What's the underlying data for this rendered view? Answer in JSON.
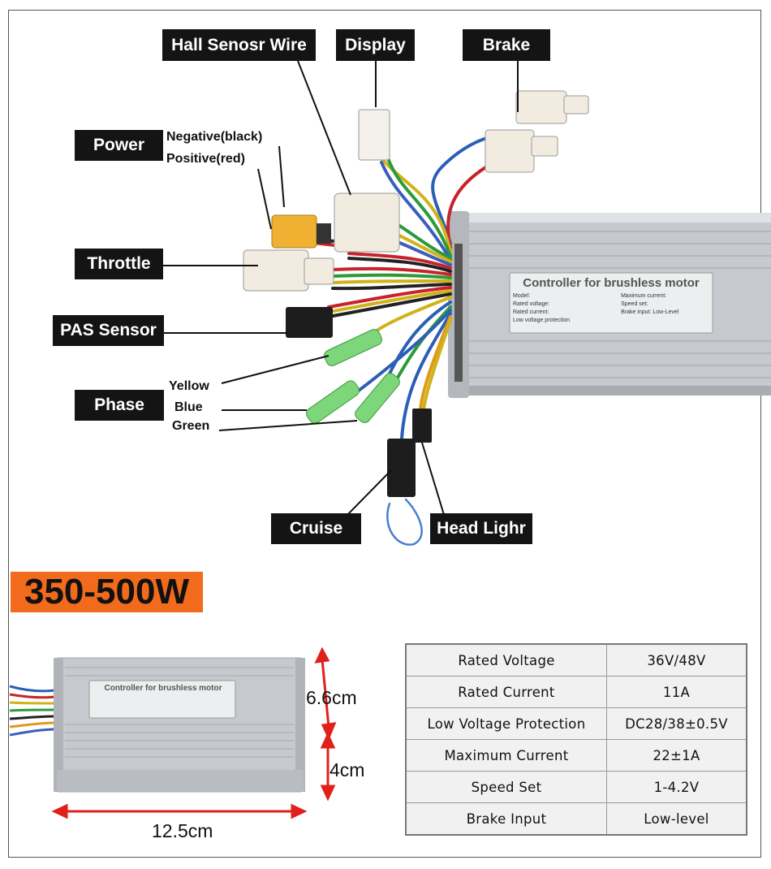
{
  "callouts": {
    "hall": "Hall Senosr Wire",
    "display": "Display",
    "brake": "Brake",
    "power": "Power",
    "throttle": "Throttle",
    "pas": "PAS Sensor",
    "phase": "Phase",
    "cruise": "Cruise",
    "headlight": "Head Lighr"
  },
  "wire_labels": {
    "negative": "Negative(black)",
    "positive": "Positive(red)",
    "yellow": "Yellow",
    "blue": "Blue",
    "green": "Green"
  },
  "controller_label": {
    "title": "Controller for brushless motor",
    "model": "Model: ",
    "max_current": "Maximum current: ",
    "rated_voltage": "Rated voltage: ",
    "speed_set": "Speed set: ",
    "rated_current": "Rated current: ",
    "brake_input": "Brake input: Low-Level",
    "low_voltage": "Low voltage protection"
  },
  "power_rating": "350-500W",
  "dimensions": {
    "height": "6.6cm",
    "depth": "4cm",
    "width": "12.5cm"
  },
  "specs": [
    {
      "name": "Rated Voltage",
      "value": "36V/48V"
    },
    {
      "name": "Rated Current",
      "value": "11A"
    },
    {
      "name": "Low Voltage Protection",
      "value": "DC28/38±0.5V"
    },
    {
      "name": "Maximum Current",
      "value": "22±1A"
    },
    {
      "name": "Speed Set",
      "value": "1-4.2V"
    },
    {
      "name": "Brake Input",
      "value": "Low-level"
    }
  ],
  "colors": {
    "label_bg": "#141414",
    "watt_bg": "#f26a1b",
    "arrow": "#e0201a",
    "housing": "#c9ccd0"
  }
}
